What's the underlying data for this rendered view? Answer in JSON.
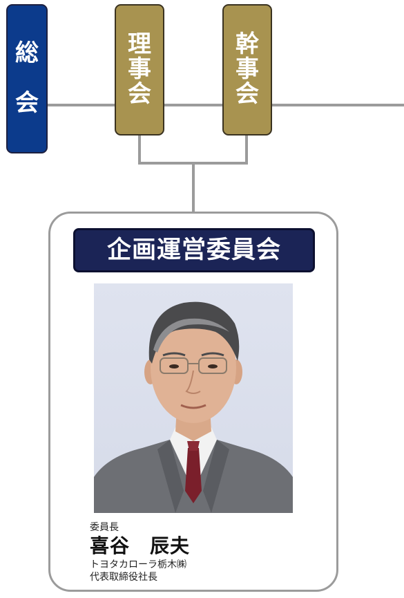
{
  "top_boxes": {
    "general_assembly": {
      "char1": "総",
      "char2": "会",
      "color": "#0c3b8c"
    },
    "board_of_directors": {
      "char1": "理",
      "char2": "事",
      "char3": "会",
      "color": "#a89350"
    },
    "executive_committee": {
      "char1": "幹",
      "char2": "事",
      "char3": "会",
      "color": "#a89350"
    }
  },
  "committee": {
    "title": "企画運営委員会",
    "title_color": "#1b2456",
    "chair": {
      "role": "委員長",
      "name": "喜谷　辰夫",
      "company": "トヨタカローラ栃木㈱",
      "position": "代表取締役社長"
    }
  }
}
